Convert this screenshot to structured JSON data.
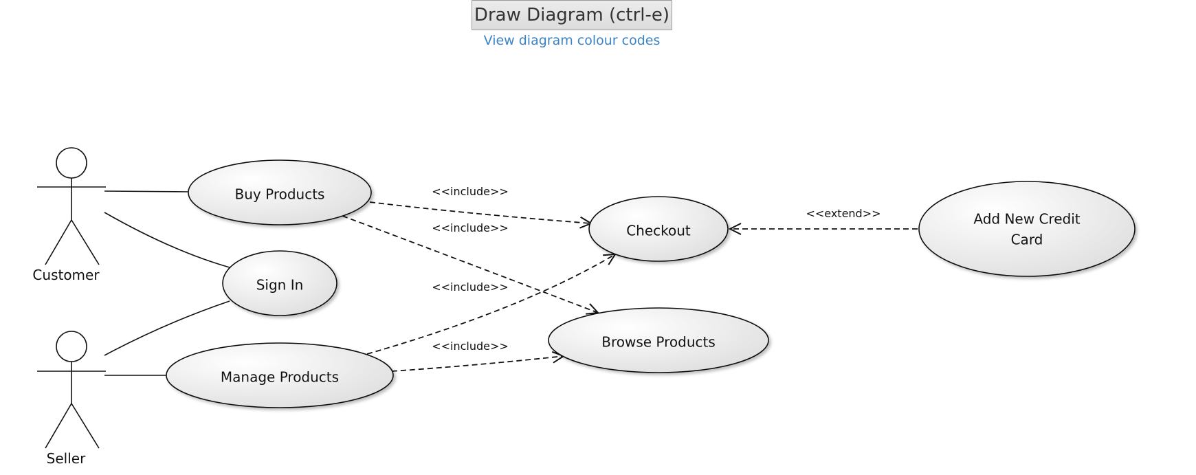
{
  "toolbar": {
    "draw_button_label": "Draw Diagram (ctrl-e)",
    "colour_codes_link": "View diagram colour codes"
  },
  "diagram": {
    "actors": [
      {
        "name": "Customer"
      },
      {
        "name": "Seller"
      }
    ],
    "use_cases": [
      {
        "lines": [
          "Buy Products"
        ]
      },
      {
        "lines": [
          "Sign In"
        ]
      },
      {
        "lines": [
          "Manage Products"
        ]
      },
      {
        "lines": [
          "Checkout"
        ]
      },
      {
        "lines": [
          "Browse Products"
        ]
      },
      {
        "lines": [
          "Add New Credit",
          "Card"
        ]
      }
    ],
    "relations": [
      {
        "from": "Buy Products",
        "to": "Checkout",
        "label": "<<include>>"
      },
      {
        "from": "Buy Products",
        "to": "Browse Products",
        "label": "<<include>>"
      },
      {
        "from": "Manage Products",
        "to": "Checkout",
        "label": "<<include>>"
      },
      {
        "from": "Manage Products",
        "to": "Browse Products",
        "label": "<<include>>"
      },
      {
        "from": "Add New Credit Card",
        "to": "Checkout",
        "label": "<<extend>>"
      }
    ],
    "associations": [
      {
        "actor": "Customer",
        "use_case": "Buy Products"
      },
      {
        "actor": "Customer",
        "use_case": "Sign In"
      },
      {
        "actor": "Seller",
        "use_case": "Sign In"
      },
      {
        "actor": "Seller",
        "use_case": "Manage Products"
      }
    ]
  }
}
